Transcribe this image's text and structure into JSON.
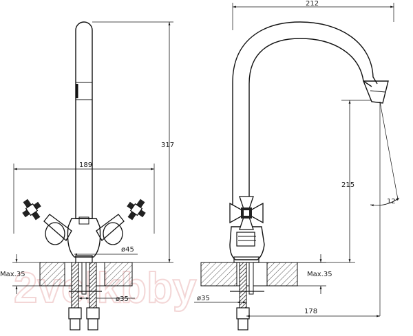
{
  "dimensions": {
    "front_height": "317",
    "front_width": "189",
    "front_base_diameter": "ø45",
    "front_max_thickness": "Max.35",
    "front_hole_diameter": "ø35",
    "side_reach": "212",
    "side_spout_height": "215",
    "side_angle": "12°",
    "side_max_thickness": "Max.35",
    "side_hole_diameter": "ø35",
    "side_depth": "178"
  },
  "watermark": "2velkbby",
  "colors": {
    "line": "#111111",
    "hatch": "#555555",
    "watermark": "#f3d6d6",
    "background": "#ffffff"
  }
}
